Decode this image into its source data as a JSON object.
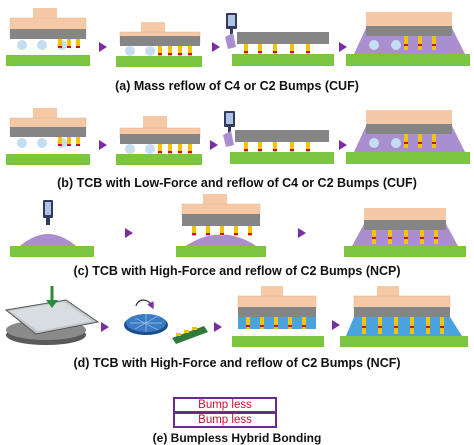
{
  "captions": {
    "a": "(a) Mass reflow of C4 or C2 Bumps (CUF)",
    "b": "(b) TCB with Low-Force and reflow of C4 or C2 Bumps (CUF)",
    "c": "(c) TCB with High-Force and reflow of C2 Bumps (NCP)",
    "d": "(d) TCB with High-Force and reflow of C2 Bumps (NCF)",
    "e": "(e) Bumpless Hybrid Bonding"
  },
  "bumpless": {
    "top_label": "Bump less",
    "bottom_label": "Bump less"
  },
  "colors": {
    "die": "#f5c8a6",
    "interposer": "#858585",
    "substrate": "#7cc540",
    "bump": "#f2c400",
    "bump_cap": "#c7142a",
    "ball": "#c4ddf2",
    "underfill": "#a98ed0",
    "ncf": "#4aa3df",
    "arrow": "#7a2ea0",
    "dispenser": "#333a5c",
    "hybrid_border": "#6a2c8c"
  },
  "icons": [
    "right-arrow-icon",
    "dispenser-nozzle-icon",
    "down-arrow-icon",
    "wafer-icon"
  ]
}
